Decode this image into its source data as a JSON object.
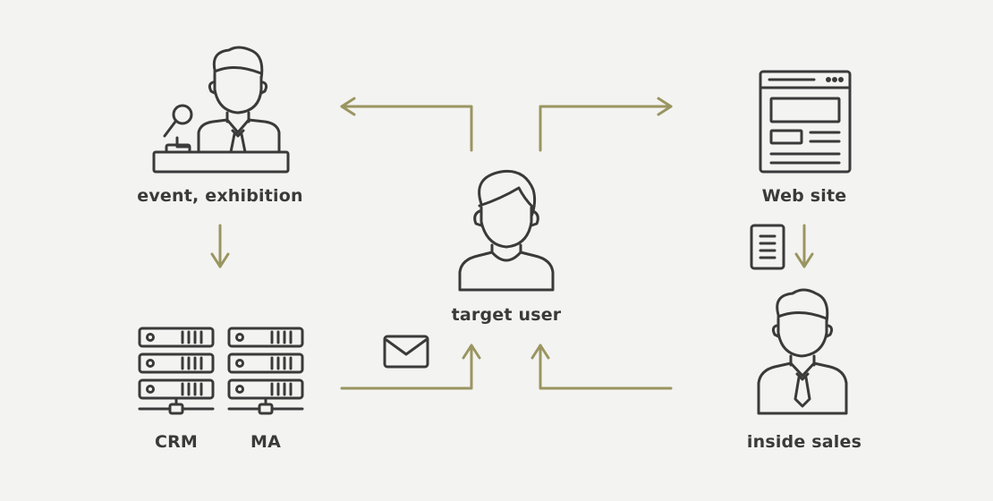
{
  "colors": {
    "background": "#f3f3f1",
    "icon_stroke": "#3a3a3a",
    "arrow": "#9a9561",
    "label": "#3a3a3a"
  },
  "nodes": {
    "event": {
      "label": "event, exhibition",
      "icon": "speaker-podium-icon"
    },
    "target": {
      "label": "target user",
      "icon": "user-icon"
    },
    "website": {
      "label": "Web site",
      "icon": "browser-window-icon"
    },
    "crm": {
      "label": "CRM",
      "icon": "server-rack-icon"
    },
    "ma": {
      "label": "MA",
      "icon": "server-rack-icon"
    },
    "inside_sales": {
      "label": "inside sales",
      "icon": "businessman-icon"
    }
  },
  "connectors": [
    {
      "from": "target",
      "to": "event",
      "icon": ""
    },
    {
      "from": "target",
      "to": "website",
      "icon": ""
    },
    {
      "from": "event",
      "to": "crm",
      "icon": ""
    },
    {
      "from": "website",
      "to": "inside_sales",
      "icon": "document-icon"
    },
    {
      "from": "crm",
      "to": "target",
      "icon": "envelope-icon"
    },
    {
      "from": "inside_sales",
      "to": "target",
      "icon": ""
    }
  ]
}
